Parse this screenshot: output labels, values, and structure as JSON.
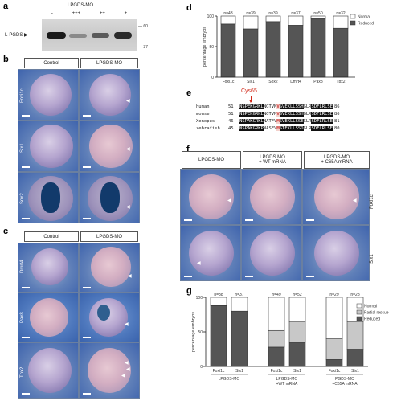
{
  "panels": {
    "a": {
      "label": "a",
      "header": "LPGDS-MO",
      "lanes": [
        "-",
        "+++",
        "++",
        "+"
      ],
      "band_label": "L-PGDS",
      "markers": [
        "60",
        "37"
      ]
    },
    "b": {
      "label": "b",
      "col_control": "Control",
      "col_mo": "LPGDS-MO",
      "rows": [
        "Foxi1c",
        "Six1",
        "Sox2"
      ]
    },
    "c": {
      "label": "c",
      "col_control": "Control",
      "col_mo": "LPGDS-MO",
      "rows": [
        "Dmrt4",
        "Pax8",
        "Tbx2"
      ]
    },
    "d": {
      "label": "d"
    },
    "e": {
      "label": "e",
      "annotation": "Cys65",
      "sequences": [
        {
          "species": "human",
          "start": "51",
          "seq": "NSPEKGRKLNGTVMVSVEKLLSSHGLRSDFLRLSE",
          "end": "86"
        },
        {
          "species": "mouse",
          "start": "51",
          "seq": "NSPEKGRKLNGTVMVSVEKLLSSHGLRSDFLRLSE",
          "end": "86"
        },
        {
          "species": "Xenopus",
          "start": "46",
          "seq": "NSPAKGRKLNATFVMSVEKLLSSEGLRSDFLRLSE",
          "end": "81"
        },
        {
          "species": "zebrafish",
          "start": "45",
          "seq": "NSPAKGRKPNASFVMSTEKLLSSDGLRSDFLRLSE",
          "end": "80"
        }
      ]
    },
    "f": {
      "label": "f",
      "cols": [
        "LPGDS-MO",
        "LPGDS-MO\n+ WT mRNA",
        "LPGDS-MO\n+ C65A mRNA"
      ],
      "rows": [
        "Foxi1c",
        "Six1"
      ]
    },
    "g": {
      "label": "g"
    }
  },
  "chart_data": [
    {
      "panel": "d",
      "type": "bar",
      "ylabel": "percentage embryos",
      "ylim": [
        0,
        100
      ],
      "categories": [
        "Foxi1c",
        "Six1",
        "Sox2",
        "Dmrt4",
        "Pax8",
        "Tbx2"
      ],
      "n_labels": [
        "n=43",
        "n=39",
        "n=39",
        "n=37",
        "n=50",
        "n=32"
      ],
      "series": [
        {
          "name": "Reduced",
          "color": "#555555",
          "values": [
            87,
            79,
            91,
            85,
            96,
            80
          ]
        },
        {
          "name": "Normal",
          "color": "#ffffff",
          "values": [
            13,
            21,
            9,
            15,
            4,
            20
          ]
        }
      ],
      "legend": "top-right"
    },
    {
      "panel": "g",
      "type": "bar",
      "ylabel": "percentage embryos",
      "ylim": [
        0,
        100
      ],
      "yticks": [
        "0",
        "50",
        "100"
      ],
      "categories": [
        "Foxi1c",
        "Six1",
        "Foxi1c",
        "Six1",
        "Foxi1c",
        "Six1"
      ],
      "groups": [
        {
          "label": "LPGDS-MO",
          "indices": [
            0,
            1
          ]
        },
        {
          "label": "LPGDS-MO\n+WT mRNA",
          "indices": [
            2,
            3
          ]
        },
        {
          "label": "PGDS-MO\n+C65A mRNA",
          "indices": [
            4,
            5
          ]
        }
      ],
      "n_labels": [
        "n=38",
        "n=37",
        "n=49",
        "n=52",
        "n=29",
        "n=28"
      ],
      "series": [
        {
          "name": "Reduced",
          "color": "#555555",
          "values": [
            88,
            80,
            28,
            35,
            10,
            25
          ]
        },
        {
          "name": "Partial rescue",
          "color": "#c8c8c8",
          "values": [
            0,
            0,
            24,
            30,
            30,
            40
          ]
        },
        {
          "name": "Normal",
          "color": "#ffffff",
          "values": [
            12,
            20,
            48,
            35,
            60,
            35
          ]
        }
      ],
      "legend": "right"
    }
  ]
}
